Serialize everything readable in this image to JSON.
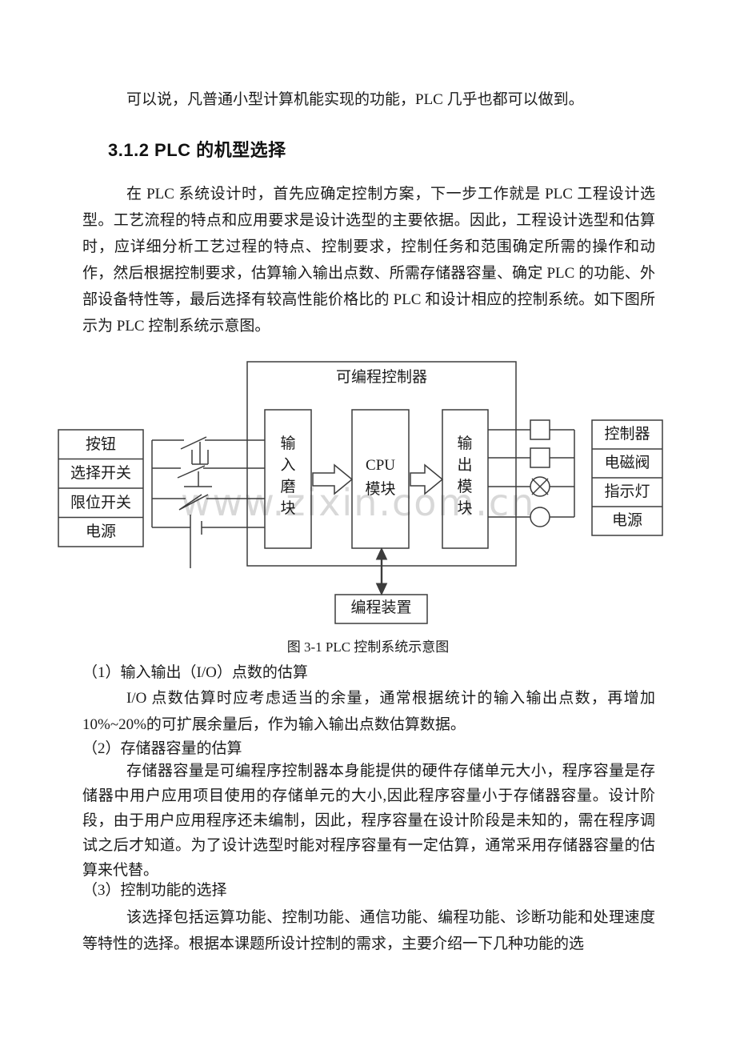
{
  "document": {
    "intro": "可以说，凡普通小型计算机能实现的功能，PLC 几乎也都可以做到。",
    "heading": "3.1.2 PLC 的机型选择",
    "para_design": "在 PLC 系统设计时，首先应确定控制方案，下一步工作就是 PLC 工程设计选型。工艺流程的特点和应用要求是设计选型的主要依据。因此，工程设计选型和估算时，应详细分析工艺过程的特点、控制要求，控制任务和范围确定所需的操作和动作，然后根据控制要求，估算输入输出点数、所需存储器容量、确定 PLC 的功能、外部设备特性等，最后选择有较高性能价格比的 PLC 和设计相应的控制系统。如下图所示为 PLC 控制系统示意图。",
    "item1_title": "（1）输入输出（I/O）点数的估算",
    "para_io": "I/O 点数估算时应考虑适当的余量，通常根据统计的输入输出点数，再增加10%~20%的可扩展余量后，作为输入输出点数估算数据。",
    "item2_title": "（2）存储器容量的估算",
    "para_memory": "存储器容量是可编程序控制器本身能提供的硬件存储单元大小，程序容量是存储器中用户应用项目使用的存储单元的大小,因此程序容量小于存储器容量。设计阶段，由于用户应用程序还未编制，因此，程序容量在设计阶段是未知的，需在程序调试之后才知道。为了设计选型时能对程序容量有一定估算，通常采用存储器容量的估算来代替。",
    "item3_title": "（3）控制功能的选择",
    "para_function": "该选择包括运算功能、控制功能、通信功能、编程功能、诊断功能和处理速度等特性的选择。根据本课题所设计控制的需求，主要介绍一下几种功能的选"
  },
  "figure": {
    "caption": "图 3-1  PLC 控制系统示意图",
    "plc_label": "可编程控制器",
    "input_module": "输入磨块",
    "cpu_line1": "CPU",
    "cpu_line2": "模块",
    "output_module": "输出模块",
    "programmer": "编程装置",
    "input_devices": [
      "按钮",
      "选择开关",
      "限位开关",
      "电源"
    ],
    "output_devices": [
      "控制器",
      "电磁阀",
      "指示灯",
      "电源"
    ],
    "line_color": "#3d3d3d"
  },
  "watermark": {
    "text": "www.zixin.com.cn",
    "color": "#d8d8d8"
  }
}
